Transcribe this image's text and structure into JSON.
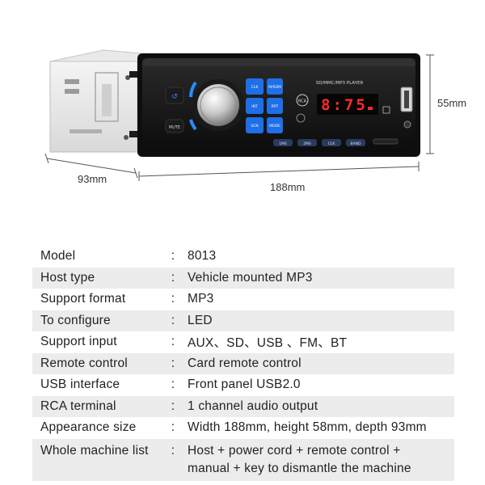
{
  "dimensions": {
    "height": "55mm",
    "depth": "93mm",
    "width": "188mm"
  },
  "panel": {
    "title": "SD/MMC/MP3 PLAYER",
    "display": "8:75",
    "rca_label": "RCA",
    "mute_label": "MUTE",
    "buttons_left": [
      "CLK",
      "M/RDM",
      "INT",
      "RPT",
      "SCN",
      "MODE"
    ],
    "buttons_bottom": [
      "1MS",
      "2MS",
      "CLK",
      "BAND"
    ]
  },
  "colors": {
    "button_blue": "#1e6fe8",
    "display_red": "#ff2a2a",
    "panel_black": "#141414",
    "stripe": "#ececec"
  },
  "specs": [
    {
      "label": "Model",
      "value": "8013"
    },
    {
      "label": "Host type",
      "value": "Vehicle mounted MP3"
    },
    {
      "label": "Support format",
      "value": "MP3"
    },
    {
      "label": "To configure",
      "value": "LED"
    },
    {
      "label": "Support input",
      "value": "AUX、SD、USB 、FM、BT"
    },
    {
      "label": "Remote control",
      "value": "Card remote control"
    },
    {
      "label": "USB interface",
      "value": "Front panel USB2.0"
    },
    {
      "label": "RCA terminal",
      "value": "1 channel audio output"
    },
    {
      "label": "Appearance size",
      "value": "Width 188mm, height 58mm, depth 93mm"
    },
    {
      "label": "Whole machine list",
      "value": "Host + power cord + remote control +",
      "value2": "manual + key to dismantle the machine"
    }
  ],
  "separator": ":"
}
